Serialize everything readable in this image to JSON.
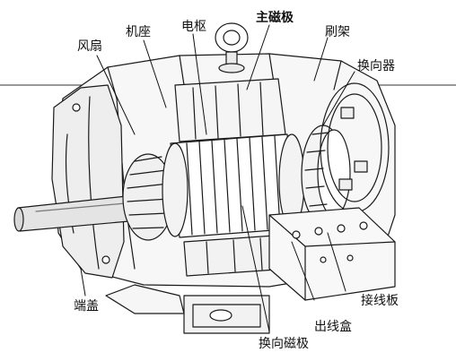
{
  "labels": {
    "fan": "风扇",
    "frame": "机座",
    "armature": "电枢",
    "main_pole": "主磁极",
    "brush_holder": "刷架",
    "commutator": "换向器",
    "end_cover": "端盖",
    "terminal_board": "接线板",
    "terminal_box": "出线盒",
    "commutating_pole": "换向磁极"
  }
}
